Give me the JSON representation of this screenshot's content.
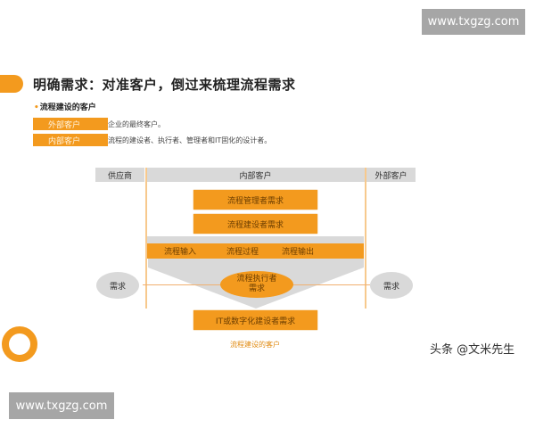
{
  "watermarks": {
    "top": "www.txgzg.com",
    "bottom": "www.txgzg.com"
  },
  "slide": {
    "title": "明确需求：对准客户，倒过来梳理流程需求",
    "subtitle_bullet": "•",
    "subtitle": "流程建设的客户",
    "definitions": [
      {
        "label": "外部客户",
        "text": "企业的最终客户。"
      },
      {
        "label": "内部客户",
        "text": "流程的建设者、执行者、管理者和IT固化的设计者。"
      }
    ]
  },
  "diagram": {
    "headers": {
      "supplier": "供应商",
      "internal": "内部客户",
      "external": "外部客户"
    },
    "boxes": {
      "manager": "流程管理者需求",
      "builder": "流程建设者需求",
      "it": "IT或数字化建设者需求"
    },
    "flow": [
      "流程输入",
      "流程过程",
      "流程输出"
    ],
    "executor": [
      "流程执行者",
      "需求"
    ],
    "left_need": "需求",
    "right_need": "需求",
    "caption": "流程建设的客户",
    "colors": {
      "orange": "#f39a1e",
      "gray": "#d9d9d9",
      "line": "#f7c98d"
    }
  },
  "credit": "头条 @文米先生"
}
